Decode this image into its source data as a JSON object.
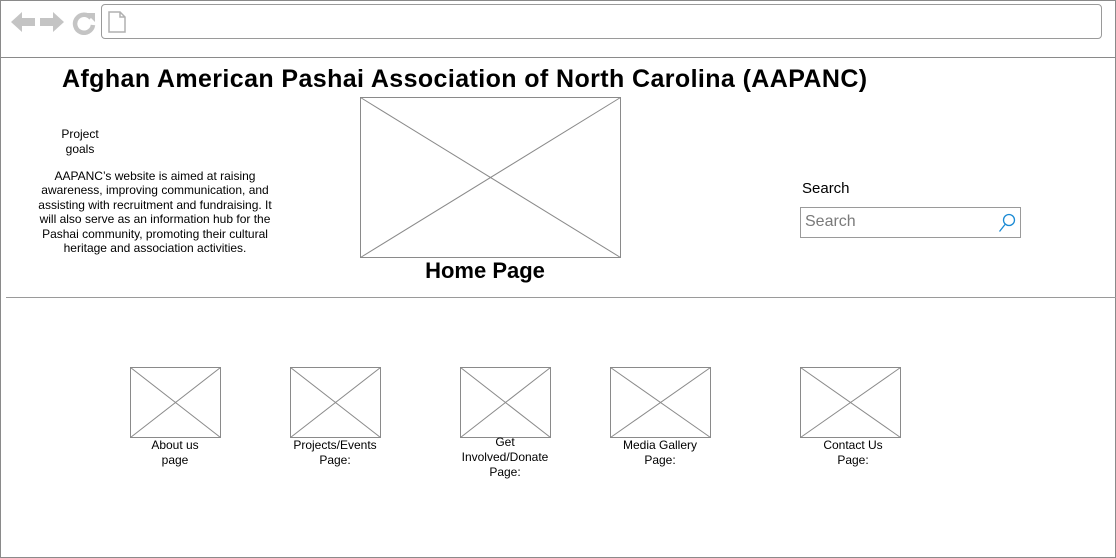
{
  "browser": {
    "back_icon": "back-arrow-icon",
    "forward_icon": "forward-arrow-icon",
    "reload_icon": "reload-icon",
    "page_icon": "page-icon",
    "url": ""
  },
  "page": {
    "title": "Afghan American Pashai Association of North Carolina (AAPANC)",
    "goals_heading": "Project goals",
    "goals_text": "AAPANC’s website is aimed at raising awareness, improving communication, and assisting with recruitment and fundraising. It will also serve as an information hub for the Pashai community, promoting their cultural heritage and association activities.",
    "hero_caption": "Home Page",
    "search": {
      "label": "Search",
      "placeholder": "Search",
      "value": "",
      "icon": "search-icon",
      "icon_color": "#1a8ad4"
    },
    "links": [
      {
        "label": "About us page"
      },
      {
        "label": "Projects/Events Page:"
      },
      {
        "label": "Get Involved/Donate Page:"
      },
      {
        "label": "Media Gallery Page:"
      },
      {
        "label": "Contact Us Page:"
      }
    ]
  }
}
